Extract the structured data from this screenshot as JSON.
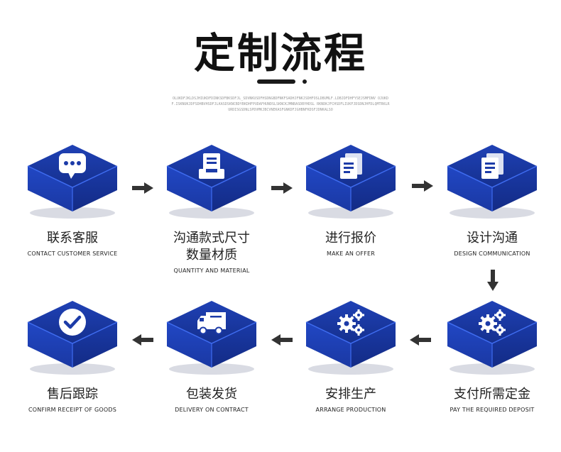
{
  "title": "定制流程",
  "subtext": "OLUKDFJKLDSJHIUKDFDINKSDFBKSDFJL_SDVNKUSDFHSDNGBDFNKFSADHJFNKJSDHFOSLDBUMLF.LDBJDFDHFYSEJSMFDNV OJUKDF.ISKNUKJDFSDHBVHSDFJLKASDSKNCBDYBKDHFPUDAFHUNDSLSKNCKJMNBASDBYHDSL RKNDKJFCHSDFLIUKFJDSDNJHFDLQMTRKLRURDISGSDNLSPDVMKJBCVNEKASFGNKDFJGHBNFKDSFJDNKALSO",
  "steps": [
    {
      "cn": "联系客服",
      "en": "CONTACT CUSTOMER SERVICE",
      "icon": "chat-icon"
    },
    {
      "cn": "沟通款式尺寸",
      "cn2": "数量材质",
      "en": "QUANTITY AND MATERIAL",
      "icon": "inbox-icon"
    },
    {
      "cn": "进行报价",
      "en": "MAKE AN OFFER",
      "icon": "document-icon"
    },
    {
      "cn": "设计沟通",
      "en": "DESIGN COMMUNICATION",
      "icon": "document-icon"
    },
    {
      "cn": "支付所需定金",
      "en": "PAY THE REQUIRED DEPOSIT",
      "icon": "gears-icon"
    },
    {
      "cn": "安排生产",
      "en": "ARRANGE PRODUCTION",
      "icon": "gears-icon"
    },
    {
      "cn": "包装发货",
      "en": "DELIVERY ON CONTRACT",
      "icon": "truck-icon"
    },
    {
      "cn": "售后跟踪",
      "en": "CONFIRM RECEIPT OF GOODS",
      "icon": "check-circle-icon"
    }
  ],
  "colors": {
    "cube_top": "#1c3ba8",
    "cube_side": "#16308f",
    "cube_edge": "#3a66e8",
    "arrow": "#333333"
  }
}
